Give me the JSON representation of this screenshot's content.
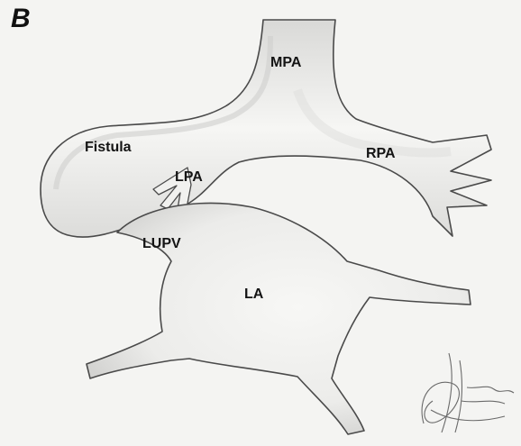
{
  "panel_letter": "B",
  "labels": {
    "mpa": "MPA",
    "rpa": "RPA",
    "fistula": "Fistula",
    "lpa": "LPA",
    "lupv": "LUPV",
    "la": "LA"
  },
  "colors": {
    "paper": "#f4f4f2",
    "outline": "#4a4a4a",
    "shade": "#c9c9c9",
    "text": "#141414"
  },
  "signature": "artist-signature"
}
